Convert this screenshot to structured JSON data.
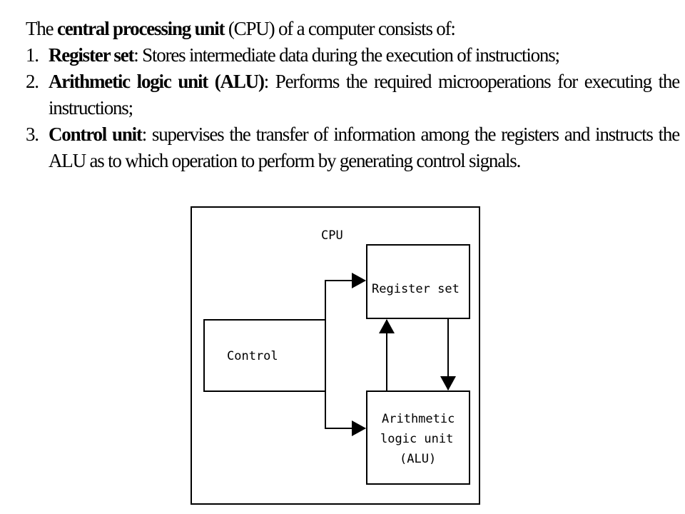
{
  "intro": {
    "prefix": "The ",
    "term": "central processing unit",
    "suffix": " (CPU) of a computer consists of:"
  },
  "items": [
    {
      "num": "1.",
      "term": "Register set",
      "desc": ":  Stores intermediate data during the execution of instructions;"
    },
    {
      "num": "2.",
      "term": "Arithmetic logic unit (ALU)",
      "desc": ":  Performs the required microoperations for executing the instructions;"
    },
    {
      "num": "3.",
      "term": "Control unit",
      "desc": ":  supervises the transfer of information among the registers and instructs the ALU as to which operation to perform by generating control signals."
    }
  ],
  "diagram": {
    "cpu_label": "CPU",
    "control_label": "Control",
    "register_label": "Register set",
    "alu_label_lines": [
      "Arithmetic",
      "logic unit",
      "(ALU)"
    ]
  }
}
